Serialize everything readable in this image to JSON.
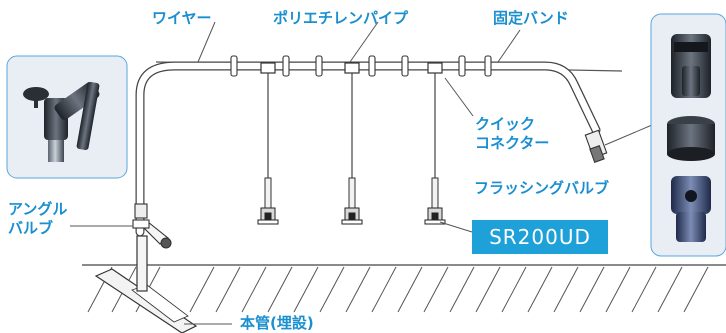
{
  "labels": {
    "wire": "ワイヤー",
    "polyethylene_pipe": "ポリエチレンパイプ",
    "fixing_band": "固定バンド",
    "quick_connector": "クイック\nコネクター",
    "flushing_valve": "フラッシングバルブ",
    "angle_valve": "アングル\nバルブ",
    "main_pipe": "本管(埋設)"
  },
  "model_badge": "SR200UD",
  "colors": {
    "label_blue": "#1a8fd0",
    "badge_bg": "#1ea0d8",
    "badge_text": "#ffffff",
    "callout_bg": "#e8eef3",
    "callout_border": "#5aa7dc"
  },
  "icons": [
    "angle-valve-photo",
    "quick-connector-photo",
    "cap-photo",
    "fitting-photo"
  ]
}
